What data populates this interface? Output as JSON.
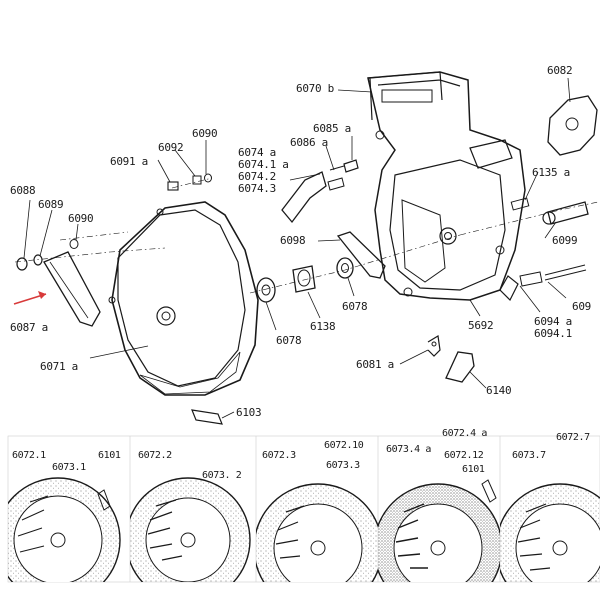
{
  "colors": {
    "ink": "#1a1a1a",
    "paper": "#ffffff",
    "stipple": "#8a8a8a",
    "arrow": "#d83a3a"
  },
  "labels": {
    "p6070b": "6070 b",
    "p6082": "6082",
    "p6085a": "6085 a",
    "p6086a": "6086 a",
    "p6090top": "6090",
    "p6092": "6092",
    "p6091a": "6091 a",
    "p6074a": "6074 a",
    "p6074_1a": "6074.1 a",
    "p6074_2": "6074.2",
    "p6074_3": "6074.3",
    "p6135a": "6135 a",
    "p6088": "6088",
    "p6089": "6089",
    "p6090mid": "6090",
    "p6098": "6098",
    "p6099": "6099",
    "p6087a": "6087 a",
    "p6078a": "6078",
    "p6078b": "6078",
    "p6138": "6138",
    "p5692": "5692",
    "p6094a": "6094 a",
    "p6094_1": "6094.1",
    "p609x": "609",
    "p6071a": "6071 a",
    "p6081a": "6081 a",
    "p6140": "6140",
    "p6103": "6103"
  },
  "insets": [
    {
      "labels": [
        "6072.1",
        "6073.1",
        "6101"
      ]
    },
    {
      "labels": [
        "6072.2",
        "6073. 2"
      ]
    },
    {
      "labels": [
        "6072.3",
        "6072.10",
        "6073.3"
      ]
    },
    {
      "labels": [
        "6073.4 a",
        "6072.4 a",
        "6072.12",
        "6101"
      ]
    },
    {
      "labels": [
        "6073.7",
        "6072.7"
      ]
    }
  ]
}
